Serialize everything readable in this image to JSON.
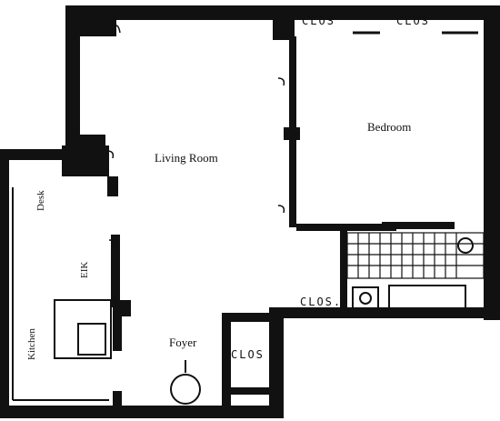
{
  "floorplan": {
    "rooms": {
      "living_room": "Living Room",
      "bedroom": "Bedroom",
      "foyer": "Foyer",
      "kitchen": "Kitchen",
      "eik": "EIK",
      "desk": "Desk"
    },
    "closets": {
      "bedroom_left": "CLOS",
      "bedroom_right": "CLOS",
      "bath": "CLOS.",
      "foyer": "CLOS"
    },
    "colors": {
      "wall": "#111111",
      "background": "#ffffff"
    }
  }
}
